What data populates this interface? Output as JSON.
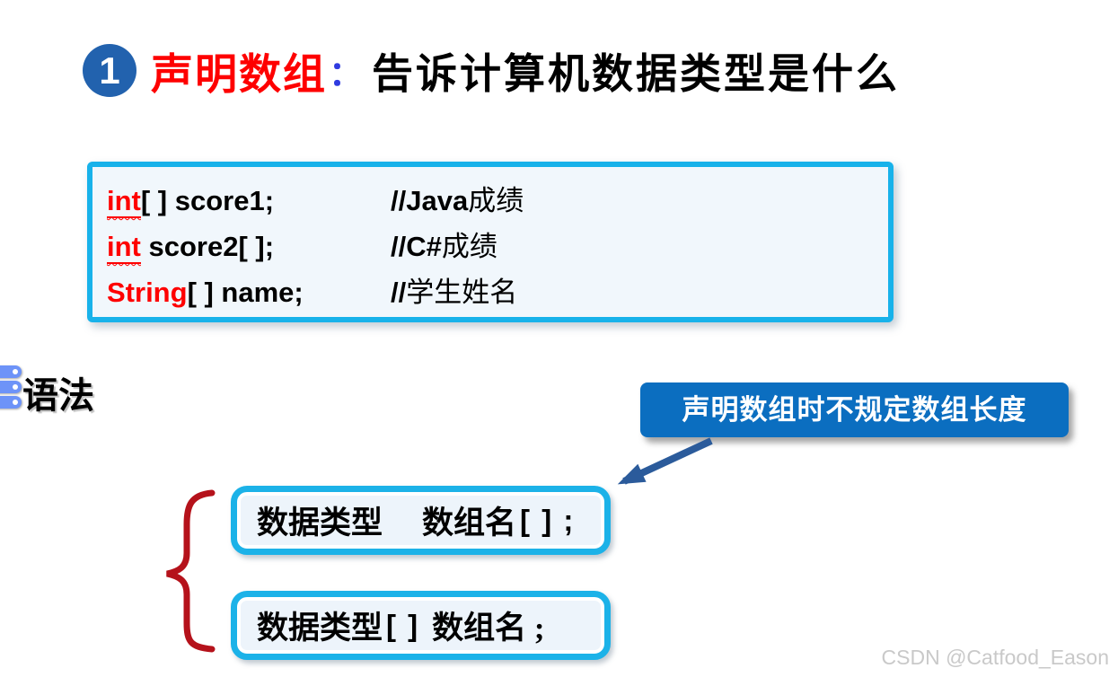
{
  "title": {
    "number": "1",
    "keyword": "声明数组",
    "colon": "：",
    "rest": "告诉计算机数据类型是什么"
  },
  "code_box": {
    "lines": [
      {
        "keyword": "int",
        "code": "[ ] score1;",
        "comment_prefix": "//Java",
        "comment_cn": "成绩"
      },
      {
        "keyword": "int",
        "code": " score2[ ];",
        "comment_prefix": "//C#",
        "comment_cn": "成绩"
      },
      {
        "keyword": "String",
        "code": "[ ] name;",
        "comment_prefix": "//",
        "comment_cn": "学生姓名"
      }
    ]
  },
  "syntax": {
    "label": "语法",
    "callout": "声明数组时不规定数组长度",
    "box1": {
      "seg1": "数据类型",
      "seg2": "数组名",
      "seg3": "[ ] ;"
    },
    "box2": {
      "seg1": "数据类型",
      "seg2": "[ ]",
      "seg3": "数组名 ;"
    }
  },
  "watermark": "CSDN @Catfood_Eason",
  "icons": {
    "syntax_bullet": "list-bars-icon",
    "pointer": "arrow-down-left-icon",
    "brace": "left-curly-brace"
  },
  "colors": {
    "badge_blue": "#2262AE",
    "title_red": "#FE0000",
    "colon_blue": "#2F3BE0",
    "code_border_cyan": "#18B2EA",
    "code_box_bg": "#F1F7FC",
    "callout_blue": "#0B6EC0",
    "arrow_blue": "#2B5B9B",
    "brace_red": "#B5121B",
    "syntax_border_cyan": "#1CB2E8",
    "syntax_box_bg": "#EDF4FB",
    "watermark_gray": "#C9C9C9"
  }
}
